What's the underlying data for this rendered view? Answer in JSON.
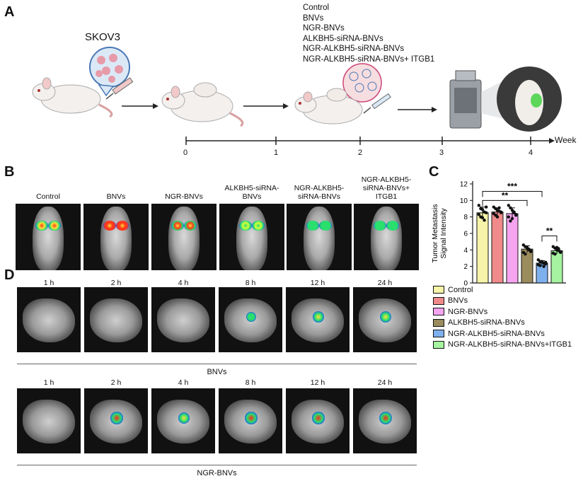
{
  "panels": {
    "A": "A",
    "B": "B",
    "C": "C",
    "D": "D"
  },
  "panelA": {
    "cell_label": "SKOV3",
    "treatments": [
      "Control",
      "BNVs",
      "NGR-BNVs",
      "ALKBH5-siRNA-BNVs",
      "NGR-ALKBH5-siRNA-BNVs",
      "NGR-ALKBH5-siRNA-BNVs+ ITGB1"
    ],
    "timeline_ticks": [
      "0",
      "1",
      "2",
      "3",
      "4"
    ],
    "timeline_unit": "Week"
  },
  "panelB": {
    "groups": [
      "Control",
      "BNVs",
      "NGR-BNVs",
      "ALKBH5-siRNA-\nBNVs",
      "NGR-ALKBH5-\nsiRNA-BNVs",
      "NGR-ALKBH5-\nsiRNA-BNVs+\nITGB1"
    ]
  },
  "panelD": {
    "timepoints": [
      "1 h",
      "2 h",
      "4 h",
      "8 h",
      "12 h",
      "24 h"
    ],
    "row_groups": [
      "BNVs",
      "NGR-BNVs"
    ]
  },
  "chart_data": {
    "type": "bar",
    "ylabel": "Tumor Metastasis\nSignal Intensity",
    "ylim": [
      0,
      12
    ],
    "yticks": [
      0,
      2,
      4,
      6,
      8,
      10,
      12
    ],
    "categories": [
      "Control",
      "BNVs",
      "NGR-BNVs",
      "ALKBH5-siRNA-BNVs",
      "NGR-ALKBH5-siRNA-BNVs",
      "NGR-ALKBH5-siRNA-BNVs+ITGB1"
    ],
    "values": [
      8.5,
      8.6,
      8.4,
      4.1,
      2.4,
      3.9
    ],
    "errors": [
      0.7,
      0.5,
      0.7,
      0.4,
      0.3,
      0.4
    ],
    "colors": [
      "#f7f3a8",
      "#f08a8a",
      "#f6a3f0",
      "#9b8c5e",
      "#7fb0ee",
      "#a5f3a0"
    ],
    "points": [
      [
        9.4,
        9.0,
        8.9,
        8.6,
        8.5,
        8.3,
        8.0,
        7.9,
        7.6,
        9.2
      ],
      [
        9.2,
        9.0,
        8.8,
        8.7,
        8.6,
        8.4,
        8.2,
        8.0,
        9.1,
        8.5
      ],
      [
        9.4,
        9.1,
        8.8,
        8.5,
        8.3,
        8.0,
        7.5,
        7.8,
        8.6,
        8.2
      ],
      [
        4.6,
        4.4,
        4.2,
        4.0,
        3.9,
        3.7,
        3.5,
        4.3,
        4.1,
        3.8
      ],
      [
        2.8,
        2.6,
        2.5,
        2.4,
        2.3,
        2.2,
        2.1,
        2.6,
        2.0,
        2.5
      ],
      [
        4.4,
        4.2,
        4.0,
        3.9,
        3.8,
        3.6,
        3.5,
        4.3,
        4.1,
        3.7
      ]
    ],
    "annotations": [
      "***",
      "**",
      "**"
    ],
    "legend": [
      "Control",
      "BNVs",
      "NGR-BNVs",
      "ALKBH5-siRNA-BNVs",
      "NGR-ALKBH5-siRNA-BNVs",
      "NGR-ALKBH5-siRNA-BNVs+ITGB1"
    ]
  }
}
